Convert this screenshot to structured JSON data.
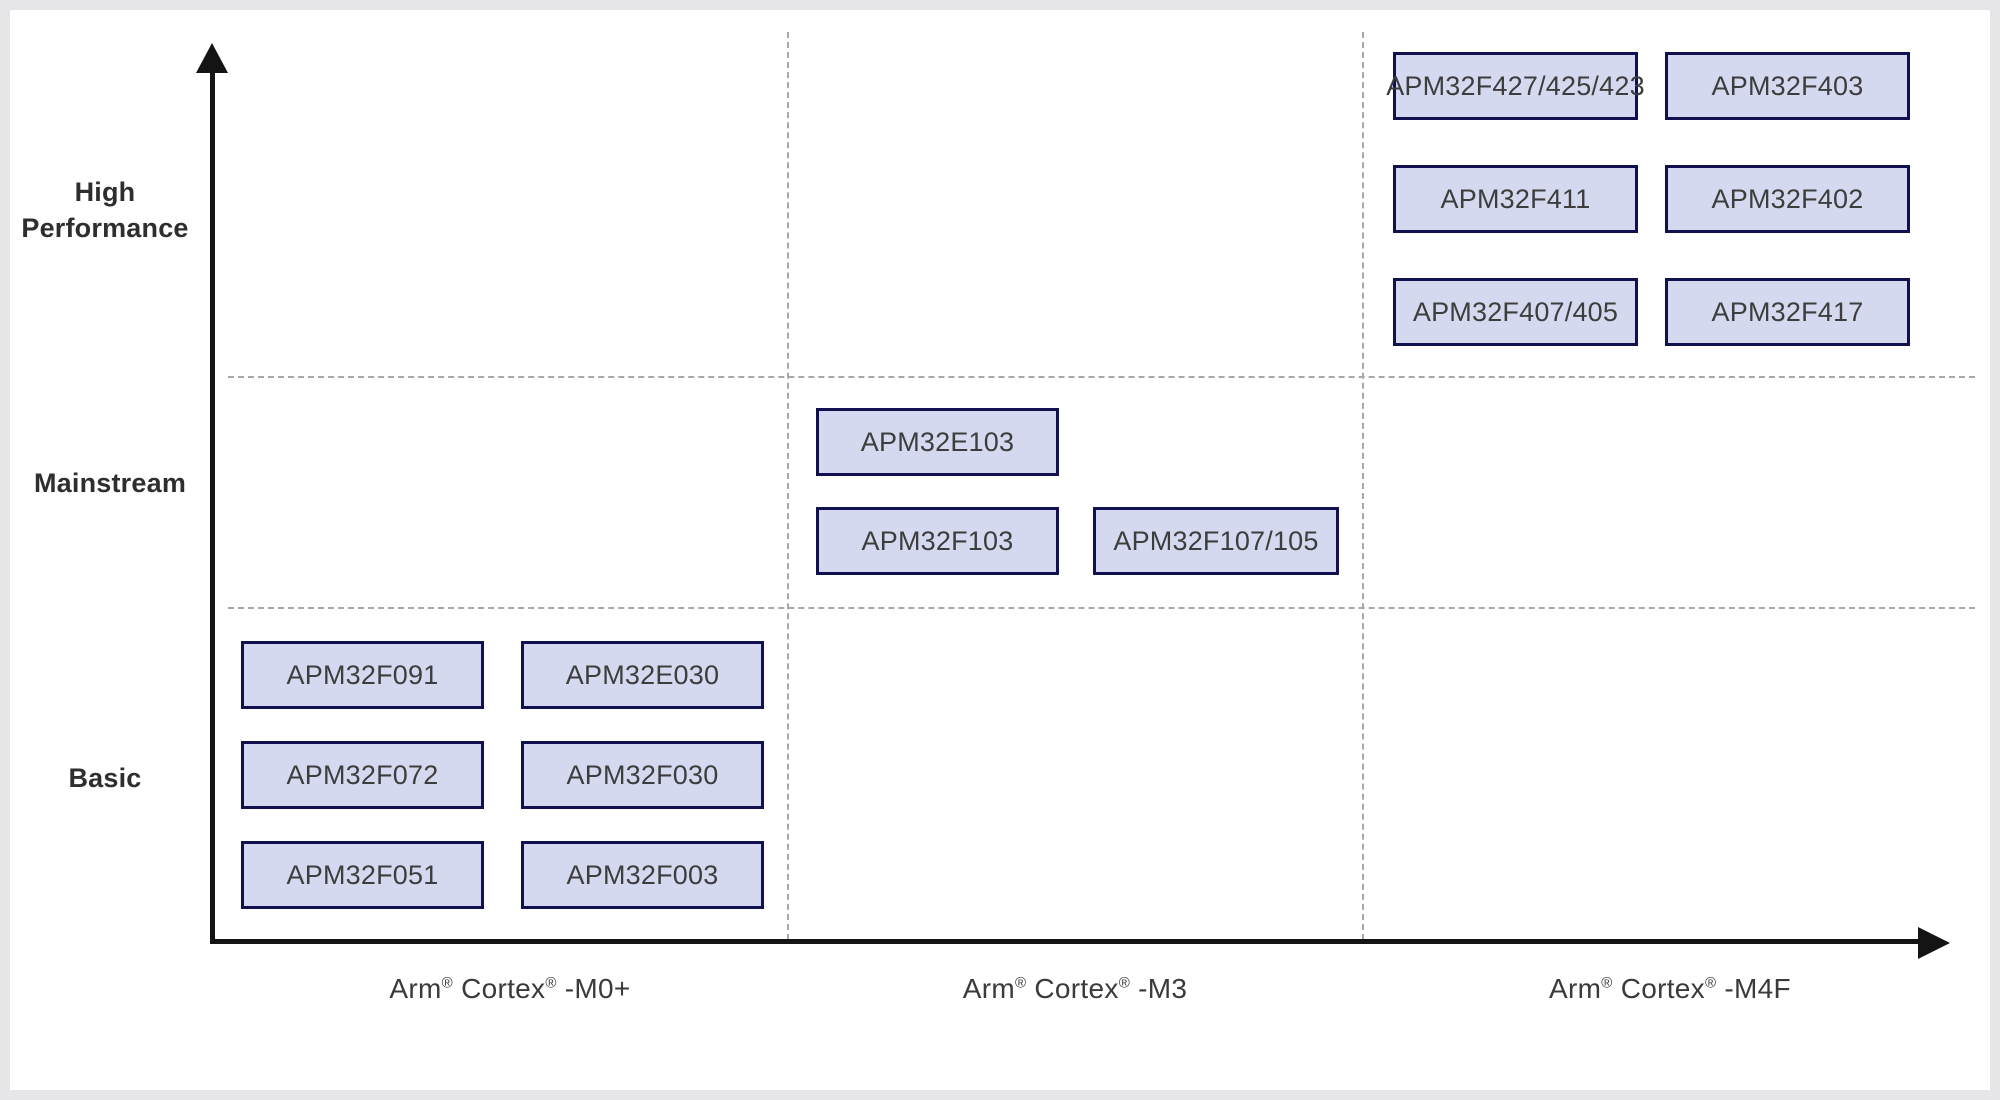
{
  "figure": {
    "type": "positioning-matrix",
    "background": "#ffffff",
    "frame_color": "#e6e6e8",
    "chip_fill": "#d5d9ef",
    "chip_border": "#111150",
    "grid_color": "#a8a8a8",
    "axis_color": "#141414",
    "text_color": "#3d3d3d"
  },
  "axes": {
    "y": {
      "name": "performance-tier",
      "arrow": "up",
      "tiers": [
        {
          "id": "high",
          "label": "High\nPerformance",
          "label_line1": "High",
          "label_line2": "Performance"
        },
        {
          "id": "mainstream",
          "label": "Mainstream"
        },
        {
          "id": "basic",
          "label": "Basic"
        }
      ]
    },
    "x": {
      "name": "cpu-core",
      "arrow": "right",
      "columns": [
        {
          "id": "m0plus",
          "prefix": "Arm",
          "mid": " Cortex",
          "suffix": " -M0+",
          "reg": "®",
          "label": "Arm® Cortex® -M0+"
        },
        {
          "id": "m3",
          "prefix": "Arm",
          "mid": " Cortex",
          "suffix": " -M3",
          "reg": "®",
          "label": "Arm® Cortex® -M3"
        },
        {
          "id": "m4f",
          "prefix": "Arm",
          "mid": " Cortex",
          "suffix": " -M4F",
          "reg": "®",
          "label": "Arm® Cortex® -M4F"
        }
      ]
    }
  },
  "chart_data": {
    "type": "scatter",
    "title": "",
    "xlabel": "",
    "ylabel": "",
    "categories_x": [
      "Arm® Cortex® -M0+",
      "Arm® Cortex® -M3",
      "Arm® Cortex® -M4F"
    ],
    "categories_y": [
      "Basic",
      "Mainstream",
      "High Performance"
    ],
    "grid": true,
    "legend": "none",
    "items": [
      {
        "label": "APM32F427/425/423",
        "x": "Arm® Cortex® -M4F",
        "y": "High Performance",
        "col": 2,
        "row": 2,
        "slot_col": 0,
        "slot_row": 0
      },
      {
        "label": "APM32F403",
        "x": "Arm® Cortex® -M4F",
        "y": "High Performance",
        "col": 2,
        "row": 2,
        "slot_col": 1,
        "slot_row": 0
      },
      {
        "label": "APM32F411",
        "x": "Arm® Cortex® -M4F",
        "y": "High Performance",
        "col": 2,
        "row": 2,
        "slot_col": 0,
        "slot_row": 1
      },
      {
        "label": "APM32F402",
        "x": "Arm® Cortex® -M4F",
        "y": "High Performance",
        "col": 2,
        "row": 2,
        "slot_col": 1,
        "slot_row": 1
      },
      {
        "label": "APM32F407/405",
        "x": "Arm® Cortex® -M4F",
        "y": "High Performance",
        "col": 2,
        "row": 2,
        "slot_col": 0,
        "slot_row": 2
      },
      {
        "label": "APM32F417",
        "x": "Arm® Cortex® -M4F",
        "y": "High Performance",
        "col": 2,
        "row": 2,
        "slot_col": 1,
        "slot_row": 2
      },
      {
        "label": "APM32E103",
        "x": "Arm® Cortex® -M3",
        "y": "Mainstream",
        "col": 1,
        "row": 1,
        "slot_col": 0,
        "slot_row": 0
      },
      {
        "label": "APM32F103",
        "x": "Arm® Cortex® -M3",
        "y": "Mainstream",
        "col": 1,
        "row": 1,
        "slot_col": 0,
        "slot_row": 1
      },
      {
        "label": "APM32F107/105",
        "x": "Arm® Cortex® -M3",
        "y": "Mainstream",
        "col": 1,
        "row": 1,
        "slot_col": 1,
        "slot_row": 1
      },
      {
        "label": "APM32F091",
        "x": "Arm® Cortex® -M0+",
        "y": "Basic",
        "col": 0,
        "row": 0,
        "slot_col": 0,
        "slot_row": 0
      },
      {
        "label": "APM32E030",
        "x": "Arm® Cortex® -M0+",
        "y": "Basic",
        "col": 0,
        "row": 0,
        "slot_col": 1,
        "slot_row": 0
      },
      {
        "label": "APM32F072",
        "x": "Arm® Cortex® -M0+",
        "y": "Basic",
        "col": 0,
        "row": 0,
        "slot_col": 0,
        "slot_row": 1
      },
      {
        "label": "APM32F030",
        "x": "Arm® Cortex® -M0+",
        "y": "Basic",
        "col": 0,
        "row": 0,
        "slot_col": 1,
        "slot_row": 1
      },
      {
        "label": "APM32F051",
        "x": "Arm® Cortex® -M0+",
        "y": "Basic",
        "col": 0,
        "row": 0,
        "slot_col": 0,
        "slot_row": 2
      },
      {
        "label": "APM32F003",
        "x": "Arm® Cortex® -M0+",
        "y": "Basic",
        "col": 0,
        "row": 0,
        "slot_col": 1,
        "slot_row": 2
      }
    ]
  },
  "chips": {
    "high_m4f": [
      {
        "label": "APM32F427/425/423"
      },
      {
        "label": "APM32F403"
      },
      {
        "label": "APM32F411"
      },
      {
        "label": "APM32F402"
      },
      {
        "label": "APM32F407/405"
      },
      {
        "label": "APM32F417"
      }
    ],
    "mainstream_m3": [
      {
        "label": "APM32E103"
      },
      {
        "label": "APM32F103"
      },
      {
        "label": "APM32F107/105"
      }
    ],
    "basic_m0plus": [
      {
        "label": "APM32F091"
      },
      {
        "label": "APM32E030"
      },
      {
        "label": "APM32F072"
      },
      {
        "label": "APM32F030"
      },
      {
        "label": "APM32F051"
      },
      {
        "label": "APM32F003"
      }
    ]
  }
}
